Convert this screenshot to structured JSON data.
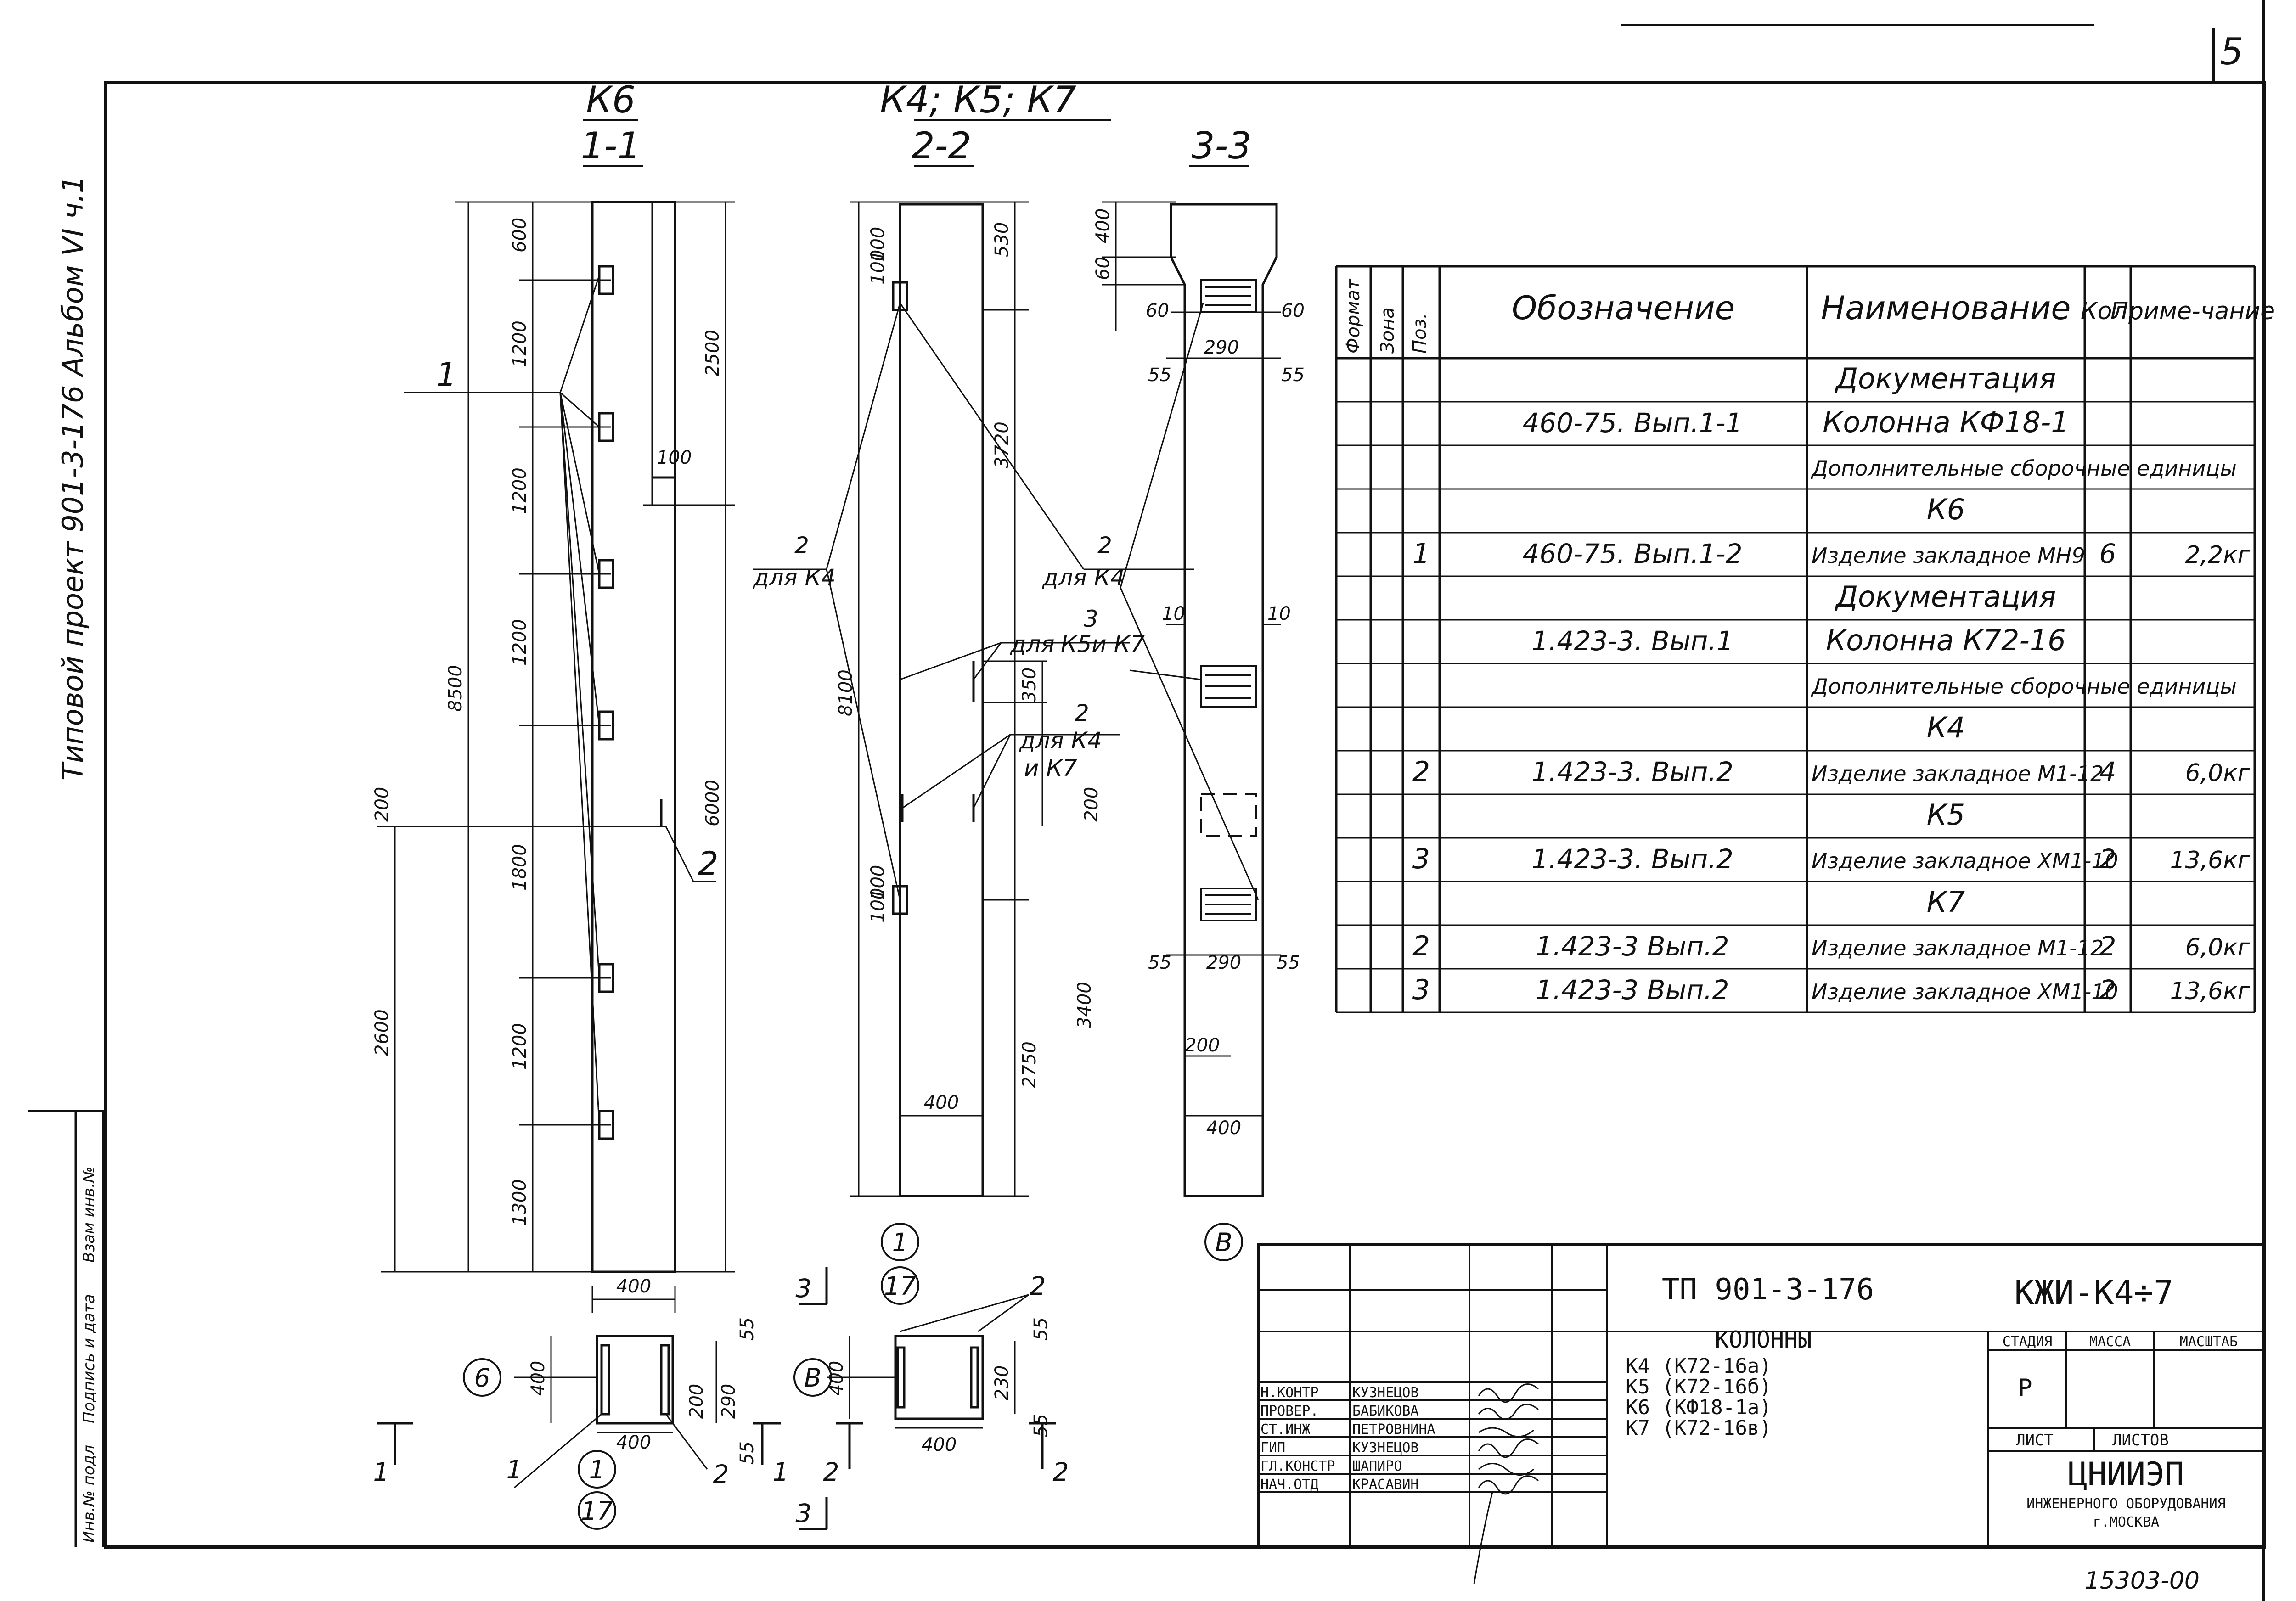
{
  "sheet": {
    "page_number": "5",
    "side_text": "Типовой проект 901-3-176   Альбом VI ч.1",
    "side_stamp_labels": [
      "Инв.№ подл",
      "Подпись и дата",
      "Взам инв.№"
    ],
    "bottom_code": "15303-00"
  },
  "views": {
    "k6": {
      "title": "К6",
      "section": "1-1",
      "dims_left": [
        "8500",
        "2600",
        "200"
      ],
      "dims_mid": [
        "600",
        "1200",
        "1200",
        "1200",
        "1800",
        "1200",
        "1300"
      ],
      "dims_right": [
        "2500",
        "6000",
        "100"
      ],
      "width": "400",
      "markers": [
        "1",
        "2"
      ],
      "plan": {
        "dims": [
          "400",
          "200",
          "290",
          "55",
          "55"
        ],
        "width": "400",
        "axis": [
          "6",
          "1",
          "17"
        ],
        "cut": [
          "1",
          "1"
        ],
        "markers": [
          "1",
          "2"
        ]
      }
    },
    "k4": {
      "title": "К4; К5; К7",
      "section": "2-2",
      "dims_left": [
        "100",
        "100",
        "8100",
        "100",
        "100"
      ],
      "dims_right": [
        "530",
        "3720",
        "350",
        "200",
        "3400",
        "2750"
      ],
      "width": "400",
      "callouts": [
        "2",
        "для К4",
        "2",
        "для К4",
        "3",
        "для",
        "К5и К7",
        "2",
        "для К4",
        "и К7"
      ],
      "axis": [
        "1",
        "17"
      ],
      "plan": {
        "dims": [
          "400",
          "230",
          "55",
          "55"
        ],
        "width": "400",
        "axis": [
          "В"
        ],
        "cut": [
          "2",
          "2",
          "3",
          "3"
        ],
        "markers": [
          "2"
        ]
      }
    },
    "s33": {
      "title": "3-3",
      "dims": [
        "400",
        "60",
        "60",
        "60",
        "290",
        "55",
        "55",
        "10",
        "10",
        "55",
        "290",
        "55",
        "200",
        "400"
      ],
      "axis": [
        "В"
      ]
    }
  },
  "spec": {
    "headers": {
      "format": "Формат",
      "zone": "Зона",
      "pos": "Поз.",
      "designation": "Обозначение",
      "name": "Наименование",
      "qty": "Кол.",
      "note": "Приме-чание"
    },
    "rows": [
      {
        "pos": "",
        "designation": "",
        "name": "Документация",
        "qty": "",
        "note": ""
      },
      {
        "pos": "",
        "designation": "460-75. Вып.1-1",
        "name": "Колонна КФ18-1",
        "qty": "",
        "note": ""
      },
      {
        "pos": "",
        "designation": "",
        "name": "Дополнительные сборочные единицы",
        "qty": "",
        "note": ""
      },
      {
        "pos": "",
        "designation": "",
        "name": "К6",
        "qty": "",
        "note": ""
      },
      {
        "pos": "1",
        "designation": "460-75. Вып.1-2",
        "name": "Изделие закладное МН9",
        "qty": "6",
        "note": "2,2кг"
      },
      {
        "pos": "",
        "designation": "",
        "name": "Документация",
        "qty": "",
        "note": ""
      },
      {
        "pos": "",
        "designation": "1.423-3. Вып.1",
        "name": "Колонна К72-16",
        "qty": "",
        "note": ""
      },
      {
        "pos": "",
        "designation": "",
        "name": "Дополнительные сборочные единицы",
        "qty": "",
        "note": ""
      },
      {
        "pos": "",
        "designation": "",
        "name": "К4",
        "qty": "",
        "note": ""
      },
      {
        "pos": "2",
        "designation": "1.423-3. Вып.2",
        "name": "Изделие закладное М1-12",
        "qty": "4",
        "note": "6,0кг"
      },
      {
        "pos": "",
        "designation": "",
        "name": "К5",
        "qty": "",
        "note": ""
      },
      {
        "pos": "3",
        "designation": "1.423-3. Вып.2",
        "name": "Изделие закладное ХМ1-10",
        "qty": "2",
        "note": "13,6кг"
      },
      {
        "pos": "",
        "designation": "",
        "name": "К7",
        "qty": "",
        "note": ""
      },
      {
        "pos": "2",
        "designation": "1.423-3 Вып.2",
        "name": "Изделие закладное М1-12",
        "qty": "2",
        "note": "6,0кг"
      },
      {
        "pos": "3",
        "designation": "1.423-3 Вып.2",
        "name": "Изделие закладное ХМ1-10",
        "qty": "2",
        "note": "13,6кг"
      }
    ]
  },
  "title_block": {
    "project": "ТП 901-3-176",
    "code": "КЖИ-К4÷7",
    "title": "КОЛОННЫ",
    "items": [
      "К4 (К72-16а)",
      "К5 (К72-16б)",
      "К6 (КФ18-1а)",
      "К7 (К72-16в)"
    ],
    "stage_label": "СТАДИЯ",
    "mass_label": "МАССА",
    "scale_label": "МАСШТАБ",
    "stage": "Р",
    "sheet_label": "ЛИСТ",
    "sheets_label": "ЛИСТОВ",
    "org": "ЦНИИЭП",
    "org_sub": "ИНЖЕНЕРНОГО ОБОРУДОВАНИЯ",
    "org_city": "г.МОСКВА",
    "people": [
      {
        "role": "Н.КОНТР",
        "name": "КУЗНЕЦОВ"
      },
      {
        "role": "ПРОВЕР.",
        "name": "БАБИКОВА"
      },
      {
        "role": "СТ.ИНЖ",
        "name": "ПЕТРОВНИНА"
      },
      {
        "role": "ГИП",
        "name": "КУЗНЕЦОВ"
      },
      {
        "role": "ГЛ.КОНСТР",
        "name": "ШАПИРО"
      },
      {
        "role": "НАЧ.ОТД",
        "name": "КРАСАВИН"
      }
    ]
  }
}
